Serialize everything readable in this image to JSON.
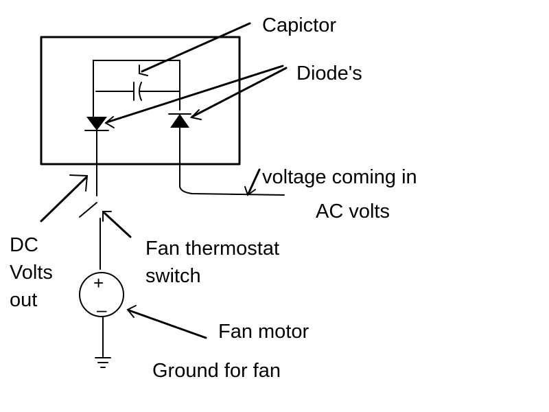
{
  "labels": {
    "capacitor": "Capictor",
    "diodes": "Diode's",
    "voltage_in": "voltage coming in",
    "ac_volts": "AC volts",
    "dc_line1": "DC",
    "dc_line2": "Volts",
    "dc_line3": "out",
    "switch_line1": "Fan thermostat",
    "switch_line2": "switch",
    "fan_motor": "Fan motor",
    "ground": "Ground for fan",
    "plus": "+",
    "minus": "–"
  }
}
